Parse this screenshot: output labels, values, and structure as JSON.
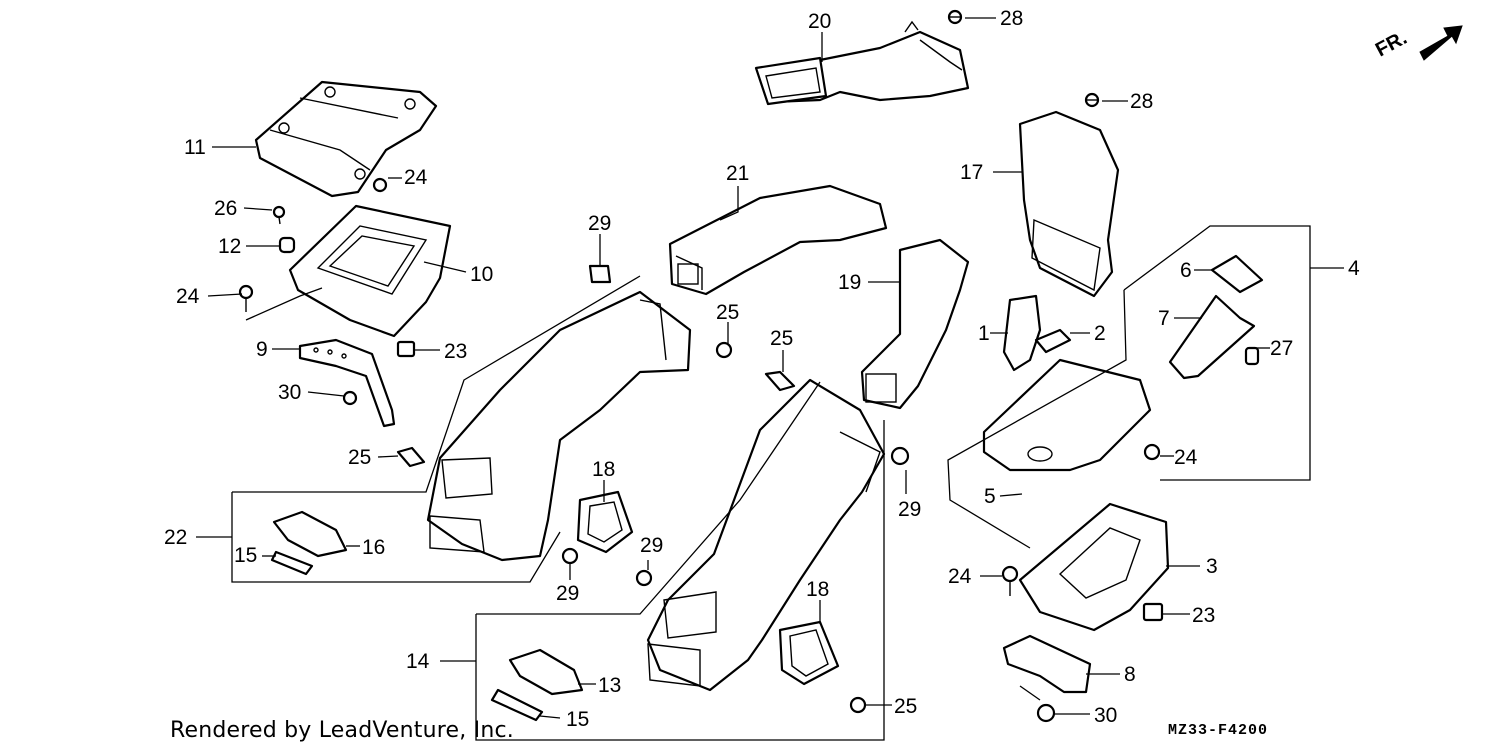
{
  "diagram": {
    "direction_label": "FR.",
    "credit": "Rendered by LeadVenture, Inc.",
    "code": "MZ33-F4200",
    "callouts": [
      {
        "id": "c20",
        "text": "20"
      },
      {
        "id": "c28a",
        "text": "28"
      },
      {
        "id": "c28b",
        "text": "28"
      },
      {
        "id": "c11",
        "text": "11"
      },
      {
        "id": "c24a",
        "text": "24"
      },
      {
        "id": "c26",
        "text": "26"
      },
      {
        "id": "c12",
        "text": "12"
      },
      {
        "id": "c10",
        "text": "10"
      },
      {
        "id": "c24b",
        "text": "24"
      },
      {
        "id": "c21",
        "text": "21"
      },
      {
        "id": "c17",
        "text": "17"
      },
      {
        "id": "c29a",
        "text": "29"
      },
      {
        "id": "c4",
        "text": "4"
      },
      {
        "id": "c6",
        "text": "6"
      },
      {
        "id": "c19",
        "text": "19"
      },
      {
        "id": "c7",
        "text": "7"
      },
      {
        "id": "c25a",
        "text": "25"
      },
      {
        "id": "c1",
        "text": "1"
      },
      {
        "id": "c2",
        "text": "2"
      },
      {
        "id": "c27",
        "text": "27"
      },
      {
        "id": "c9",
        "text": "9"
      },
      {
        "id": "c23a",
        "text": "23"
      },
      {
        "id": "c25b",
        "text": "25"
      },
      {
        "id": "c30a",
        "text": "30"
      },
      {
        "id": "c25c",
        "text": "25"
      },
      {
        "id": "c24c",
        "text": "24"
      },
      {
        "id": "c18a",
        "text": "18"
      },
      {
        "id": "c29b",
        "text": "29"
      },
      {
        "id": "c5",
        "text": "5"
      },
      {
        "id": "c22",
        "text": "22"
      },
      {
        "id": "c16",
        "text": "16"
      },
      {
        "id": "c15a",
        "text": "15"
      },
      {
        "id": "c29c",
        "text": "29"
      },
      {
        "id": "c29d",
        "text": "29"
      },
      {
        "id": "c3",
        "text": "3"
      },
      {
        "id": "c24d",
        "text": "24"
      },
      {
        "id": "c18b",
        "text": "18"
      },
      {
        "id": "c23b",
        "text": "23"
      },
      {
        "id": "c14",
        "text": "14"
      },
      {
        "id": "c8",
        "text": "8"
      },
      {
        "id": "c13",
        "text": "13"
      },
      {
        "id": "c25d",
        "text": "25"
      },
      {
        "id": "c30b",
        "text": "30"
      },
      {
        "id": "c15b",
        "text": "15"
      }
    ]
  }
}
